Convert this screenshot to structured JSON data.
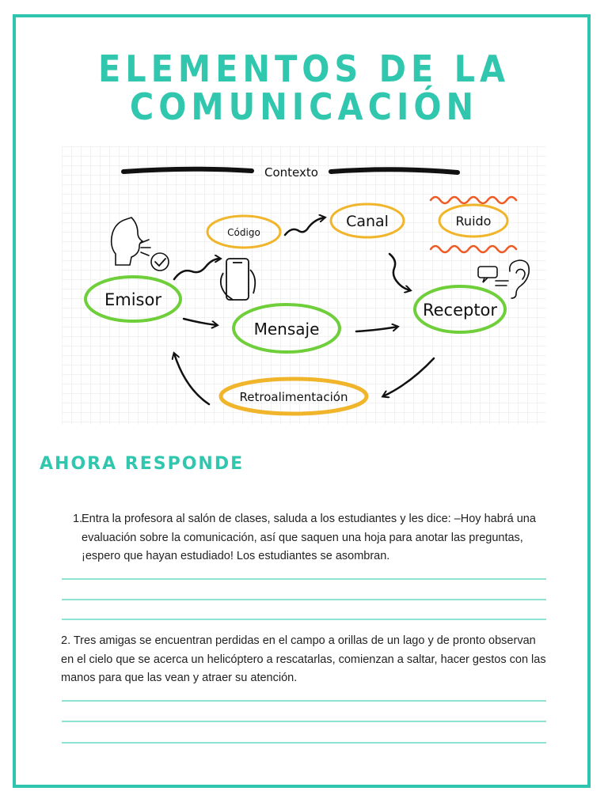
{
  "title": {
    "line1": "ELEMENTOS DE LA",
    "line2": "COMUNICACIÓN"
  },
  "diagram": {
    "contexto": "Contexto",
    "codigo": "Código",
    "canal": "Canal",
    "ruido": "Ruido",
    "emisor": "Emisor",
    "mensaje": "Mensaje",
    "receptor": "Receptor",
    "retroalimentacion": "Retroalimentación"
  },
  "section": {
    "heading": "AHORA RESPONDE"
  },
  "questions": [
    {
      "number": "1.",
      "text": "Entra la profesora al salón de clases, saluda a los estudiantes y les dice: –Hoy habrá una evaluación sobre la comunicación, así que saquen una hoja para anotar las preguntas, ¡espero que hayan estudiado! Los estudiantes se asombran."
    },
    {
      "number": "2.",
      "text": "2. Tres amigas se encuentran perdidas en el campo a orillas de un lago y de pronto observan en el cielo que se acerca un helicóptero a rescatarlas, comienzan a saltar, hacer gestos con las manos para que las vean y atraer su atención."
    }
  ],
  "colors": {
    "accent": "#31c7ae",
    "green_circle": "#6fcf3a",
    "yellow_circle": "#f0b52a",
    "noise": "#f05a23",
    "ink": "#111111"
  },
  "icons": [
    "head-speaking-icon",
    "checkmark-icon",
    "smartphone-hand-icon",
    "ear-icon",
    "speech-bubble-icon"
  ]
}
